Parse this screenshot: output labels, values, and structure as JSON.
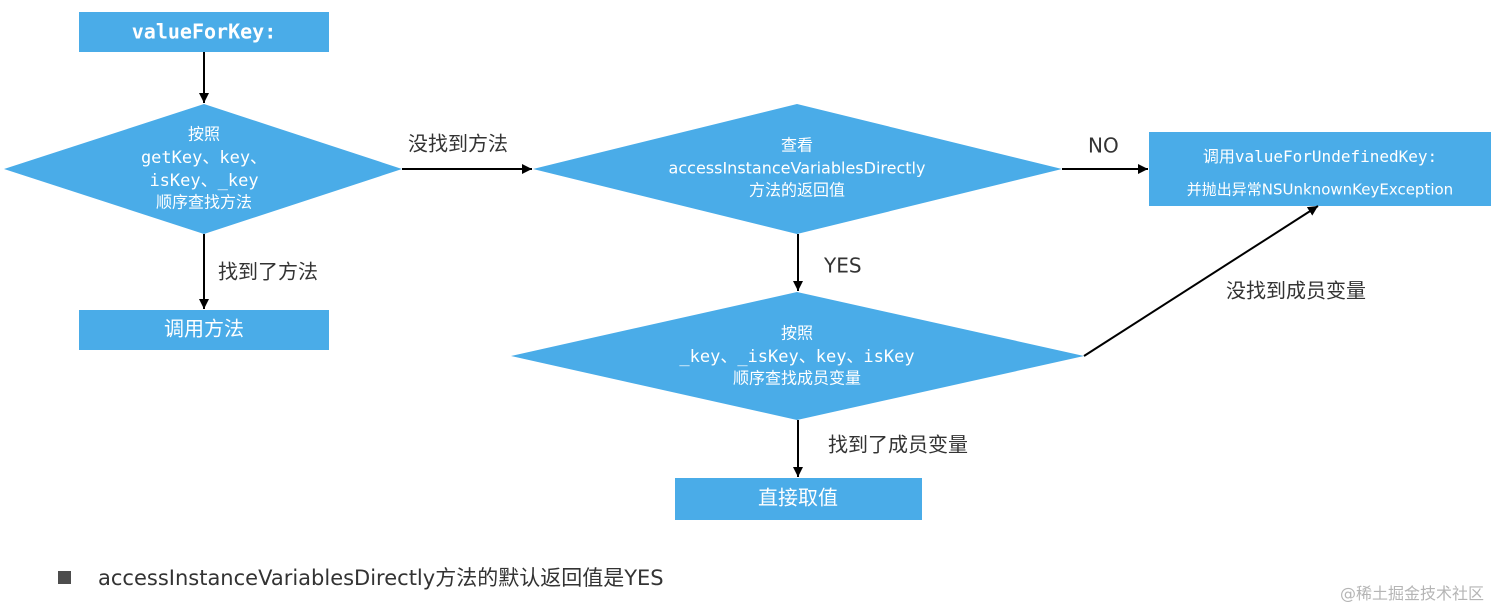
{
  "nodes": {
    "start": "valueForKey:",
    "search_method": {
      "line1": "按照",
      "line2": "getKey、key、",
      "line3": "isKey、_key",
      "line4": "顺序查找方法"
    },
    "call_method": "调用方法",
    "check_access": {
      "line1": "查看",
      "line2": "accessInstanceVariablesDirectly",
      "line3": "方法的返回值"
    },
    "undefined_key": {
      "line1_prefix": "调用",
      "line1_code": "valueForUndefinedKey:",
      "line2": "并抛出异常NSUnknownKeyException"
    },
    "search_ivars": {
      "line1": "按照",
      "line2": "_key、_isKey、key、isKey",
      "line3": "顺序查找成员变量"
    },
    "get_value": "直接取值"
  },
  "edge_labels": {
    "method_not_found": "没找到方法",
    "method_found": "找到了方法",
    "no": "NO",
    "yes": "YES",
    "ivar_not_found": "没找到成员变量",
    "ivar_found": "找到了成员变量"
  },
  "note": "accessInstanceVariablesDirectly方法的默认返回值是YES",
  "watermark": "@稀土掘金技术社区",
  "colors": {
    "node_fill": "#4aace8",
    "node_text": "#ffffff",
    "arrow": "#000000",
    "label_text": "#333333"
  }
}
